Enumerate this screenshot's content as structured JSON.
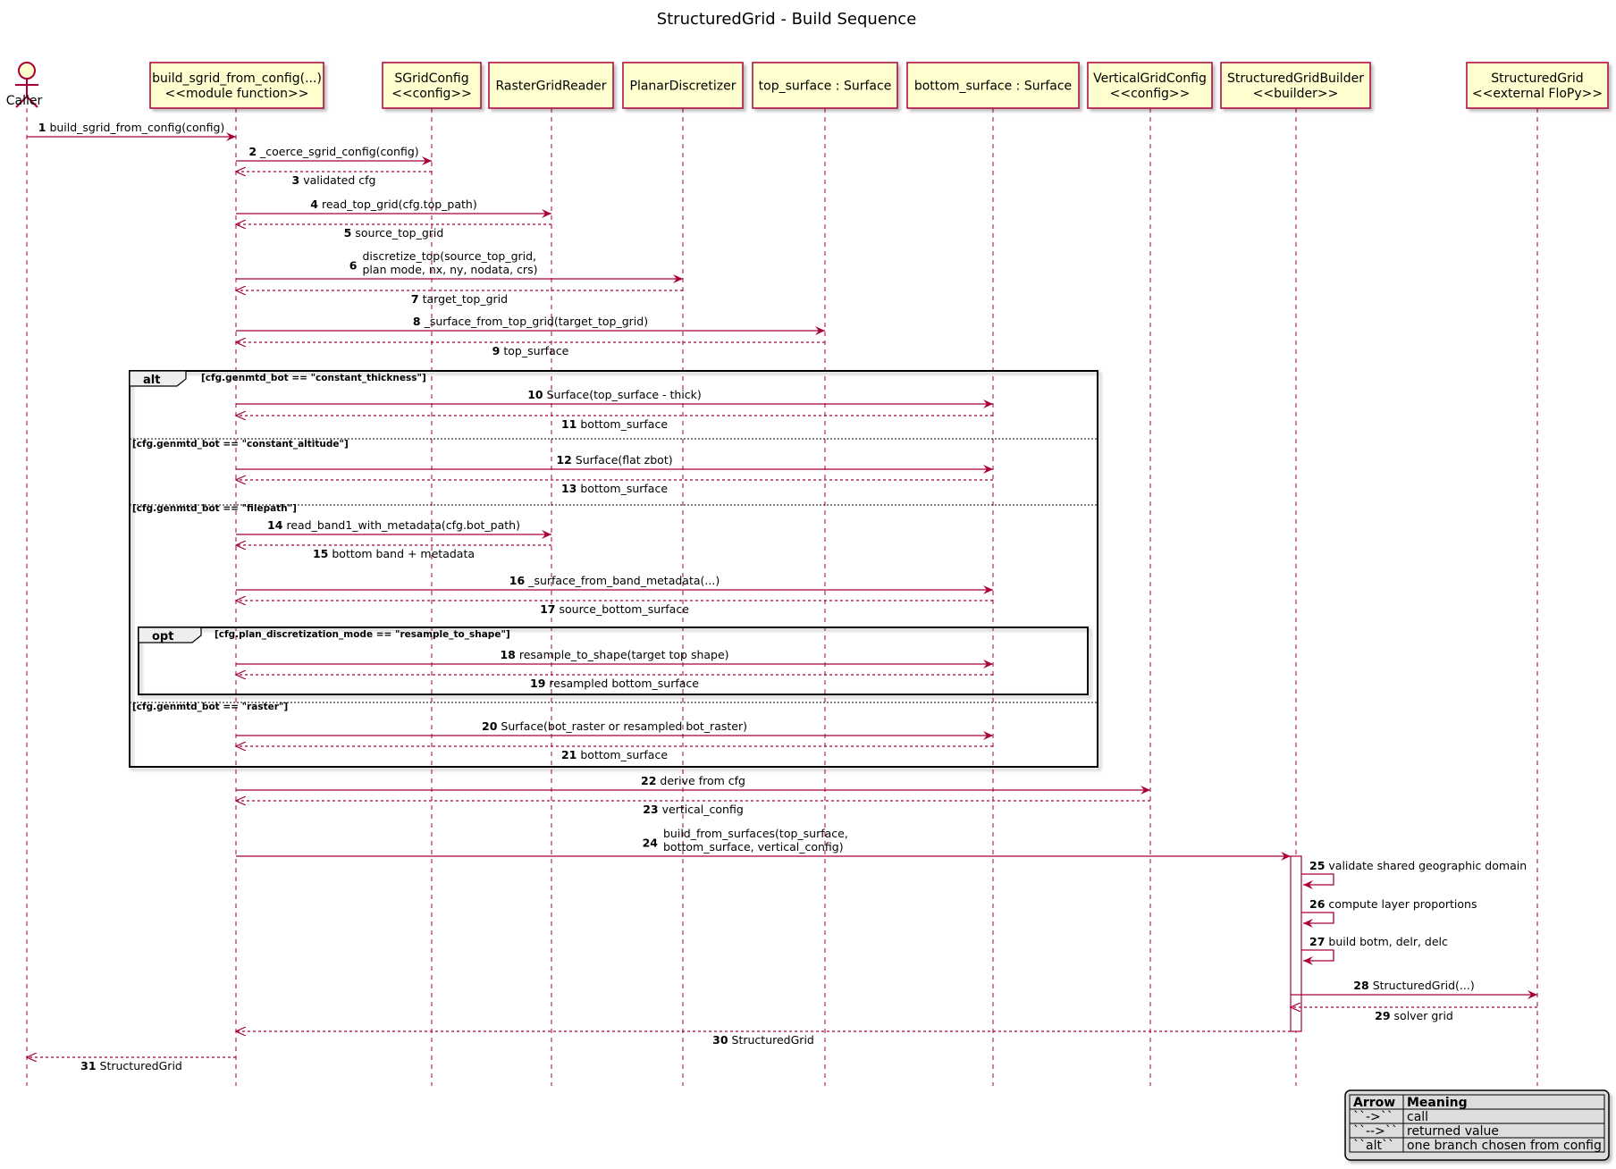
{
  "title": "StructuredGrid - Build Sequence",
  "colors": {
    "participant_fill": "#FEFECE",
    "participant_border": "#A80036",
    "arrow": "#A80036",
    "lifeline": "#A80036",
    "frame_border": "#000000",
    "legend_fill": "#DDDDDD"
  },
  "participants": [
    {
      "id": "caller",
      "kind": "actor",
      "lines": [
        "Caller"
      ]
    },
    {
      "id": "build",
      "kind": "box",
      "lines": [
        "build_sgrid_from_config(...)",
        "<<module function>>"
      ]
    },
    {
      "id": "sgridconfig",
      "kind": "box",
      "lines": [
        "SGridConfig",
        "<<config>>"
      ]
    },
    {
      "id": "raster",
      "kind": "box",
      "lines": [
        "RasterGridReader"
      ]
    },
    {
      "id": "planar",
      "kind": "box",
      "lines": [
        "PlanarDiscretizer"
      ]
    },
    {
      "id": "top",
      "kind": "box",
      "lines": [
        "top_surface : Surface"
      ]
    },
    {
      "id": "bottom",
      "kind": "box",
      "lines": [
        "bottom_surface : Surface"
      ]
    },
    {
      "id": "vertical",
      "kind": "box",
      "lines": [
        "VerticalGridConfig",
        "<<config>>"
      ]
    },
    {
      "id": "builder",
      "kind": "box",
      "lines": [
        "StructuredGridBuilder",
        "<<builder>>"
      ]
    },
    {
      "id": "sgrid",
      "kind": "box",
      "lines": [
        "StructuredGrid",
        "<<external FloPy>>"
      ]
    }
  ],
  "messages": [
    {
      "n": "1",
      "from": "caller",
      "to": "build",
      "type": "call",
      "lines": [
        "build_sgrid_from_config(config)"
      ]
    },
    {
      "n": "2",
      "from": "build",
      "to": "sgridconfig",
      "type": "call",
      "lines": [
        "_coerce_sgrid_config(config)"
      ]
    },
    {
      "n": "3",
      "from": "sgridconfig",
      "to": "build",
      "type": "return",
      "lines": [
        "validated cfg"
      ]
    },
    {
      "n": "4",
      "from": "build",
      "to": "raster",
      "type": "call",
      "lines": [
        "read_top_grid(cfg.top_path)"
      ]
    },
    {
      "n": "5",
      "from": "raster",
      "to": "build",
      "type": "return",
      "lines": [
        "source_top_grid"
      ]
    },
    {
      "n": "6",
      "from": "build",
      "to": "planar",
      "type": "call",
      "lines": [
        "discretize_top(source_top_grid,",
        "plan mode, nx, ny, nodata, crs)"
      ]
    },
    {
      "n": "7",
      "from": "planar",
      "to": "build",
      "type": "return",
      "lines": [
        "target_top_grid"
      ]
    },
    {
      "n": "8",
      "from": "build",
      "to": "top",
      "type": "call",
      "lines": [
        "_surface_from_top_grid(target_top_grid)"
      ]
    },
    {
      "n": "9",
      "from": "top",
      "to": "build",
      "type": "return",
      "lines": [
        "top_surface"
      ]
    },
    {
      "n": "10",
      "from": "build",
      "to": "bottom",
      "type": "call",
      "lines": [
        "Surface(top_surface - thick)"
      ]
    },
    {
      "n": "11",
      "from": "bottom",
      "to": "build",
      "type": "return",
      "lines": [
        "bottom_surface"
      ]
    },
    {
      "n": "12",
      "from": "build",
      "to": "bottom",
      "type": "call",
      "lines": [
        "Surface(flat zbot)"
      ]
    },
    {
      "n": "13",
      "from": "bottom",
      "to": "build",
      "type": "return",
      "lines": [
        "bottom_surface"
      ]
    },
    {
      "n": "14",
      "from": "build",
      "to": "raster",
      "type": "call",
      "lines": [
        "read_band1_with_metadata(cfg.bot_path)"
      ]
    },
    {
      "n": "15",
      "from": "raster",
      "to": "build",
      "type": "return",
      "lines": [
        "bottom band + metadata"
      ]
    },
    {
      "n": "16",
      "from": "build",
      "to": "bottom",
      "type": "call",
      "lines": [
        "_surface_from_band_metadata(...)"
      ]
    },
    {
      "n": "17",
      "from": "bottom",
      "to": "build",
      "type": "return",
      "lines": [
        "source_bottom_surface"
      ]
    },
    {
      "n": "18",
      "from": "build",
      "to": "bottom",
      "type": "call",
      "lines": [
        "resample_to_shape(target top shape)"
      ]
    },
    {
      "n": "19",
      "from": "bottom",
      "to": "build",
      "type": "return",
      "lines": [
        "resampled bottom_surface"
      ]
    },
    {
      "n": "20",
      "from": "build",
      "to": "bottom",
      "type": "call",
      "lines": [
        "Surface(bot_raster or resampled bot_raster)"
      ]
    },
    {
      "n": "21",
      "from": "bottom",
      "to": "build",
      "type": "return",
      "lines": [
        "bottom_surface"
      ]
    },
    {
      "n": "22",
      "from": "build",
      "to": "vertical",
      "type": "call",
      "lines": [
        "derive from cfg"
      ]
    },
    {
      "n": "23",
      "from": "vertical",
      "to": "build",
      "type": "return",
      "lines": [
        "vertical_config"
      ]
    },
    {
      "n": "24",
      "from": "build",
      "to": "builder",
      "type": "call",
      "lines": [
        "build_from_surfaces(top_surface,",
        "bottom_surface, vertical_config)"
      ]
    },
    {
      "n": "25",
      "from": "builder",
      "to": "builder",
      "type": "self",
      "lines": [
        "validate shared geographic domain"
      ]
    },
    {
      "n": "26",
      "from": "builder",
      "to": "builder",
      "type": "self",
      "lines": [
        "compute layer proportions"
      ]
    },
    {
      "n": "27",
      "from": "builder",
      "to": "builder",
      "type": "self",
      "lines": [
        "build botm, delr, delc"
      ]
    },
    {
      "n": "28",
      "from": "builder",
      "to": "sgrid",
      "type": "call",
      "lines": [
        "StructuredGrid(...)"
      ]
    },
    {
      "n": "29",
      "from": "sgrid",
      "to": "builder",
      "type": "return",
      "lines": [
        "solver grid"
      ]
    },
    {
      "n": "30",
      "from": "builder",
      "to": "build",
      "type": "return",
      "lines": [
        "StructuredGrid"
      ]
    },
    {
      "n": "31",
      "from": "build",
      "to": "caller",
      "type": "return",
      "lines": [
        "StructuredGrid"
      ]
    }
  ],
  "frames": [
    {
      "id": "alt",
      "keyword": "alt",
      "guards": [
        "[cfg.genmtd_bot == \"constant_thickness\"]",
        "[cfg.genmtd_bot == \"constant_altitude\"]",
        "[cfg.genmtd_bot == \"filepath\"]",
        "[cfg.genmtd_bot == \"raster\"]"
      ]
    },
    {
      "id": "opt",
      "keyword": "opt",
      "guards": [
        "[cfg.plan_discretization_mode == \"resample_to_shape\"]"
      ]
    }
  ],
  "legend": {
    "headers": [
      "Arrow",
      "Meaning"
    ],
    "rows": [
      [
        "``->``",
        "call"
      ],
      [
        "``-->``",
        "returned value"
      ],
      [
        "``alt``",
        "one branch chosen from config"
      ]
    ]
  }
}
